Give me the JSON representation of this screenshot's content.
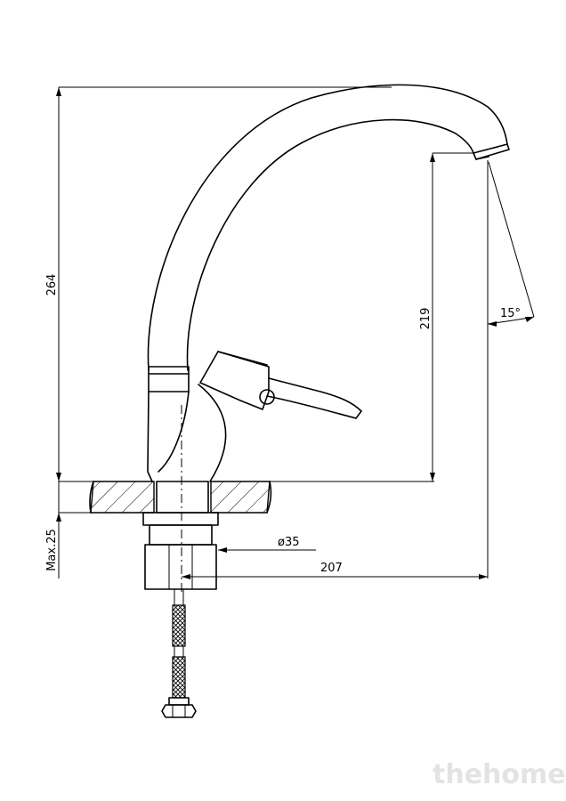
{
  "dimensions": {
    "total_height": "264",
    "spout_height": "219",
    "spout_angle": "15°",
    "mount_thickness": "Max.25",
    "hole_diameter": "ø35",
    "spout_reach": "207"
  },
  "watermark": "thehome"
}
